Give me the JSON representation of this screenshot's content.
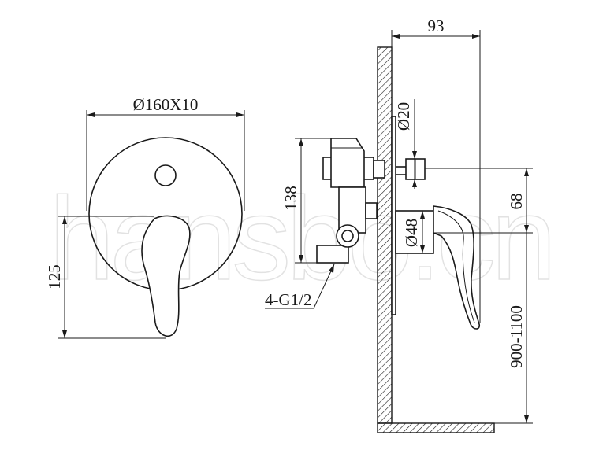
{
  "watermark": "hansbo.cn",
  "dimensions": {
    "faceplate_diameter": "Ø160X10",
    "handle_height": "125",
    "body_height": "138",
    "thread_spec": "4-G1/2",
    "depth": "93",
    "spindle_diameter": "Ø20",
    "escutcheon_diameter": "Ø48",
    "outlet_offset": "68",
    "install_height": "900-1100"
  }
}
